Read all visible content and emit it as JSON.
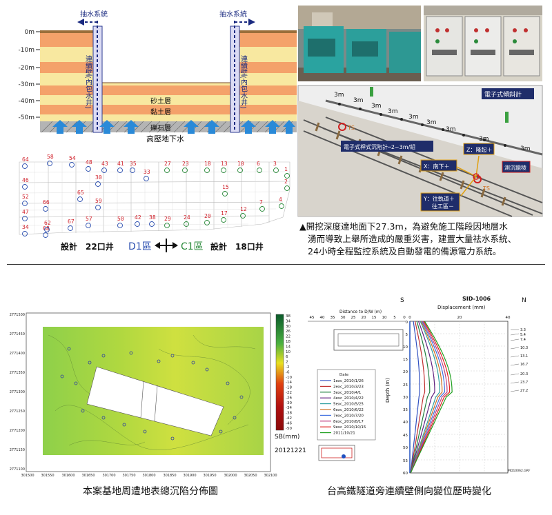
{
  "panel_a": {
    "pump_label": "抽水系統",
    "depths": [
      "0m",
      "-10m",
      "-20m",
      "-30m",
      "-40m",
      "-50m"
    ],
    "wall_label": "連續壁(內包水井)",
    "layer_sand": "砂土層",
    "layer_clay": "黏土層",
    "layer_gravel": "礫石層",
    "high_pressure": "高壓地下水"
  },
  "panel_b": {
    "wells_red": [
      "64",
      "58",
      "54",
      "48",
      "43",
      "41",
      "35",
      "33",
      "30",
      "46",
      "65",
      "52",
      "66",
      "59",
      "47",
      "67",
      "57",
      "50",
      "42",
      "38",
      "34",
      "68",
      "62"
    ],
    "wells_green": [
      "27",
      "23",
      "18",
      "13",
      "10",
      "6",
      "3",
      "1",
      "2",
      "15",
      "4",
      "7",
      "12",
      "17",
      "20",
      "24",
      "29"
    ],
    "left_label": "設計　22口井",
    "zone_d1": "D1區",
    "zone_c1": "C1區",
    "right_label": "設計　18口井",
    "colors": {
      "red": "#d0202a",
      "green": "#2a8a3a",
      "blue": "#2b4fb0"
    }
  },
  "panel_c": {
    "labels_3m": [
      "3m",
      "3m",
      "3m",
      "3m",
      "3m",
      "3m",
      "3m",
      "3m",
      "3m"
    ],
    "ts": [
      "TS",
      "TS"
    ],
    "tilt": "電子式傾斜計",
    "settle": "電子式桿式沉陷計─2~3m/組",
    "x_axis": "X：南下＋",
    "z_axis": "Z：隆起＋",
    "y_axis_1": "Y：往軌道＋",
    "y_axis_2": "往工區－",
    "mirror": "測沉鏡稜"
  },
  "caption_top": {
    "line1": "▲開挖深度達地面下27.3m，為避免施工階段因地層水",
    "line2": "湧而導致上舉所造成的嚴重災害，建置大量祛水系統、",
    "line3": "24小時全程監控系統及自動發電的備源電力系統。"
  },
  "panel_d": {
    "y_ticks": [
      "2771500",
      "2771450",
      "2771400",
      "2771350",
      "2771300",
      "2771250",
      "2771200",
      "2771150",
      "2771100"
    ],
    "x_ticks": [
      "301500",
      "301550",
      "301600",
      "301650",
      "301700",
      "301750",
      "301800",
      "301850",
      "301900",
      "301950",
      "302000",
      "302050",
      "302100"
    ],
    "scale": [
      "38",
      "34",
      "30",
      "26",
      "22",
      "18",
      "14",
      "10",
      "6",
      "2",
      "-2",
      "-6",
      "-10",
      "-14",
      "-18",
      "-22",
      "-26",
      "-30",
      "-34",
      "-38",
      "-42",
      "-46",
      "-50"
    ],
    "scale_unit": "SB(mm)",
    "date": "20121221",
    "caption": "本案基地周遭地表總沉陷分佈圖"
  },
  "panel_e": {
    "S": "S",
    "N": "N",
    "title": "SID-1006",
    "displacement": "Displacement  (mm)",
    "distance": "Distance to D/W (m)",
    "top_ticks": [
      "45",
      "40",
      "35",
      "30",
      "25",
      "20",
      "15",
      "10",
      "5",
      "0",
      "0",
      "20",
      "40"
    ],
    "depth_ticks": [
      "0",
      "5",
      "10",
      "15",
      "20",
      "25",
      "30",
      "35",
      "40",
      "45",
      "50",
      "55",
      "60"
    ],
    "depth_label": "Depth  (m)",
    "legend_title": "Date",
    "legend": [
      "1exc_2010/1/26",
      "2exc_2010/3/23",
      "3exc_2010/4/1",
      "4exc_2010/4/22",
      "5exc_2010/5/25",
      "6exc_2010/6/22",
      "7exc_2010/7/20",
      "8exc_2010/8/17",
      "9exc_2010/10/15",
      "2011/10/21"
    ],
    "legend_colors": [
      "#3050c0",
      "#c03030",
      "#208040",
      "#602080",
      "#30a0a0",
      "#d07020",
      "#4070e0",
      "#c04080",
      "#e02020",
      "#20a020"
    ],
    "right_ticks": [
      "3.3",
      "5.4",
      "7.4",
      "10.3",
      "13.1",
      "16.7",
      "20.3",
      "23.7",
      "27.2"
    ],
    "pid": "PID10062.GRF",
    "caption": "台高鐵隧道旁連續壁側向變位歷時變化"
  }
}
